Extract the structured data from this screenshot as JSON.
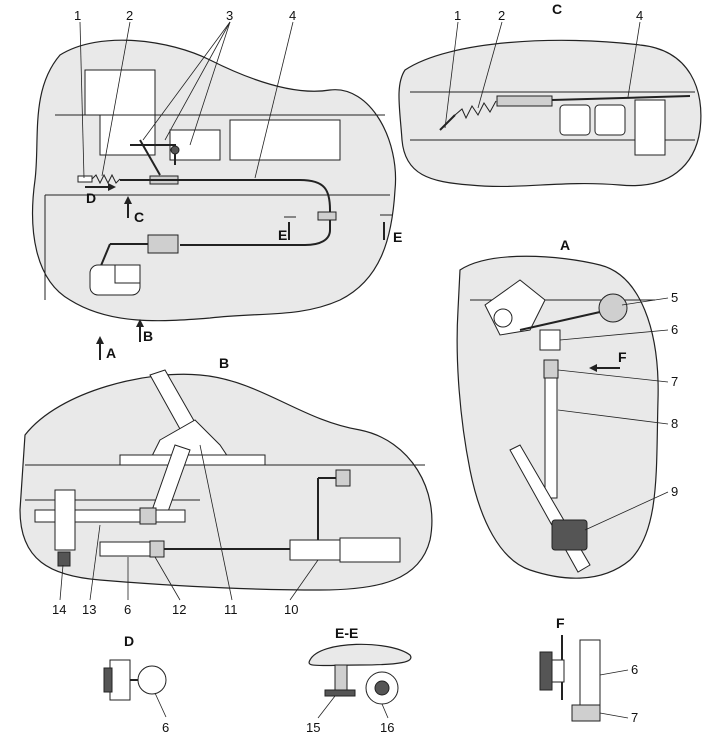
{
  "callouts": {
    "n1a": "1",
    "n2a": "2",
    "n3": "3",
    "n4a": "4",
    "n1c": "1",
    "n2c": "2",
    "n4c": "4",
    "n5": "5",
    "n6a": "6",
    "n7a": "7",
    "n8": "8",
    "n9": "9",
    "n10": "10",
    "n11": "11",
    "n12": "12",
    "n13": "13",
    "n14": "14",
    "n6b": "6",
    "n6d": "6",
    "n15": "15",
    "n16": "16",
    "n6f": "6",
    "n7f": "7"
  },
  "views": {
    "C": "C",
    "A": "A",
    "B": "B",
    "D": "D",
    "EE": "E-E",
    "F": "F"
  },
  "arrows": {
    "D": "D",
    "C": "C",
    "E1": "E",
    "E2": "E",
    "A": "A",
    "B": "B",
    "F": "F"
  }
}
